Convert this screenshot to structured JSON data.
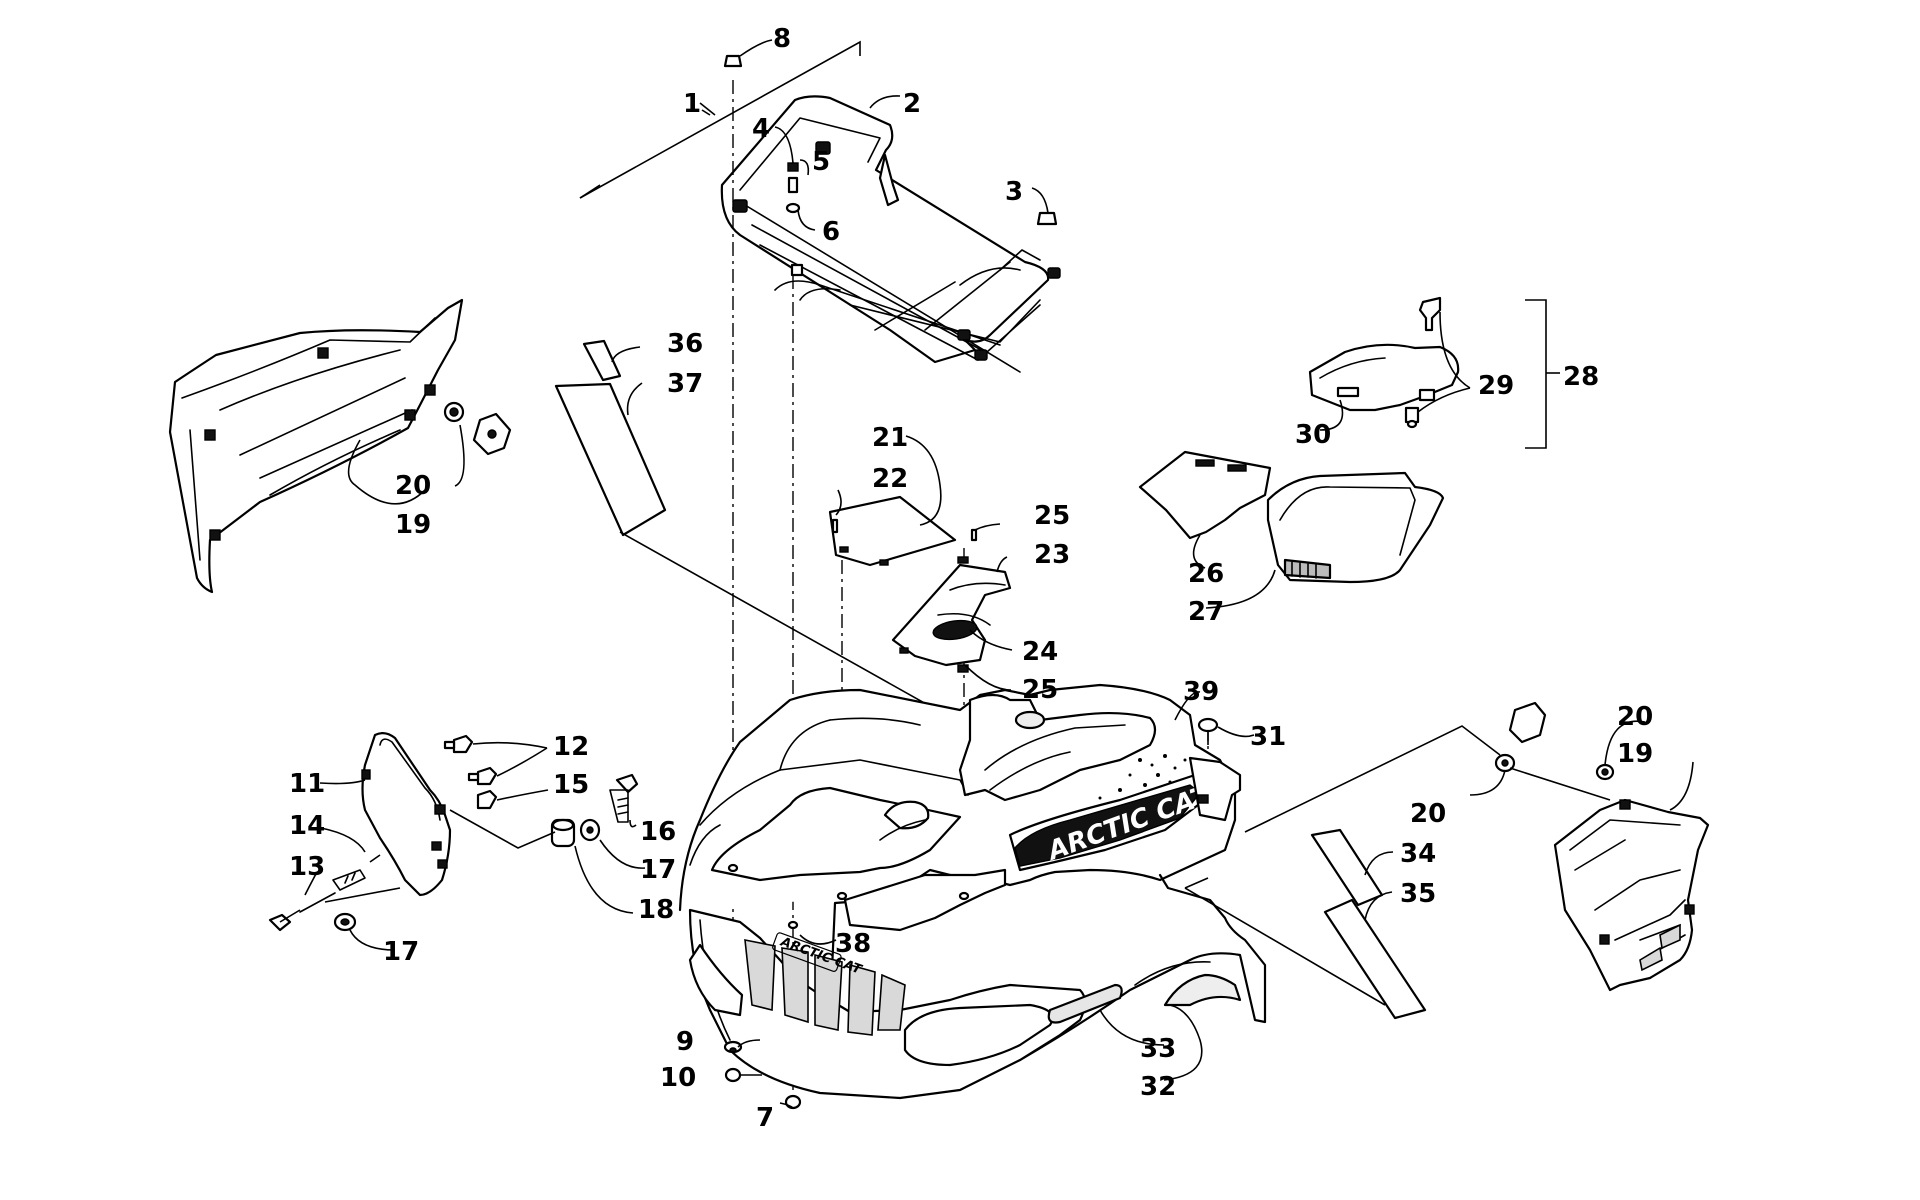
{
  "callouts": [
    {
      "id": "1",
      "text": "1"
    },
    {
      "id": "2",
      "text": "2"
    },
    {
      "id": "3",
      "text": "3"
    },
    {
      "id": "4",
      "text": "4"
    },
    {
      "id": "5",
      "text": "5"
    },
    {
      "id": "6",
      "text": "6"
    },
    {
      "id": "7",
      "text": "7"
    },
    {
      "id": "8",
      "text": "8"
    },
    {
      "id": "9",
      "text": "9"
    },
    {
      "id": "10",
      "text": "10"
    },
    {
      "id": "11",
      "text": "11"
    },
    {
      "id": "12",
      "text": "12"
    },
    {
      "id": "13",
      "text": "13"
    },
    {
      "id": "14",
      "text": "14"
    },
    {
      "id": "15",
      "text": "15"
    },
    {
      "id": "16",
      "text": "16"
    },
    {
      "id": "17a",
      "text": "17"
    },
    {
      "id": "17b",
      "text": "17"
    },
    {
      "id": "18",
      "text": "18"
    },
    {
      "id": "19a",
      "text": "19"
    },
    {
      "id": "19b",
      "text": "19"
    },
    {
      "id": "20a",
      "text": "20"
    },
    {
      "id": "20b",
      "text": "20"
    },
    {
      "id": "20c",
      "text": "20"
    },
    {
      "id": "21",
      "text": "21"
    },
    {
      "id": "22",
      "text": "22"
    },
    {
      "id": "23",
      "text": "23"
    },
    {
      "id": "24",
      "text": "24"
    },
    {
      "id": "25a",
      "text": "25"
    },
    {
      "id": "25b",
      "text": "25"
    },
    {
      "id": "26",
      "text": "26"
    },
    {
      "id": "27",
      "text": "27"
    },
    {
      "id": "28",
      "text": "28"
    },
    {
      "id": "29",
      "text": "29"
    },
    {
      "id": "30",
      "text": "30"
    },
    {
      "id": "31",
      "text": "31"
    },
    {
      "id": "32",
      "text": "32"
    },
    {
      "id": "33",
      "text": "33"
    },
    {
      "id": "34",
      "text": "34"
    },
    {
      "id": "35",
      "text": "35"
    },
    {
      "id": "36",
      "text": "36"
    },
    {
      "id": "37",
      "text": "37"
    },
    {
      "id": "38",
      "text": "38"
    },
    {
      "id": "39",
      "text": "39"
    }
  ],
  "decals": {
    "side_logo": "ARCTIC CAT",
    "grille_logo": "ARCTIC CAT"
  },
  "colors": {
    "line": "#000000",
    "background": "#ffffff"
  }
}
